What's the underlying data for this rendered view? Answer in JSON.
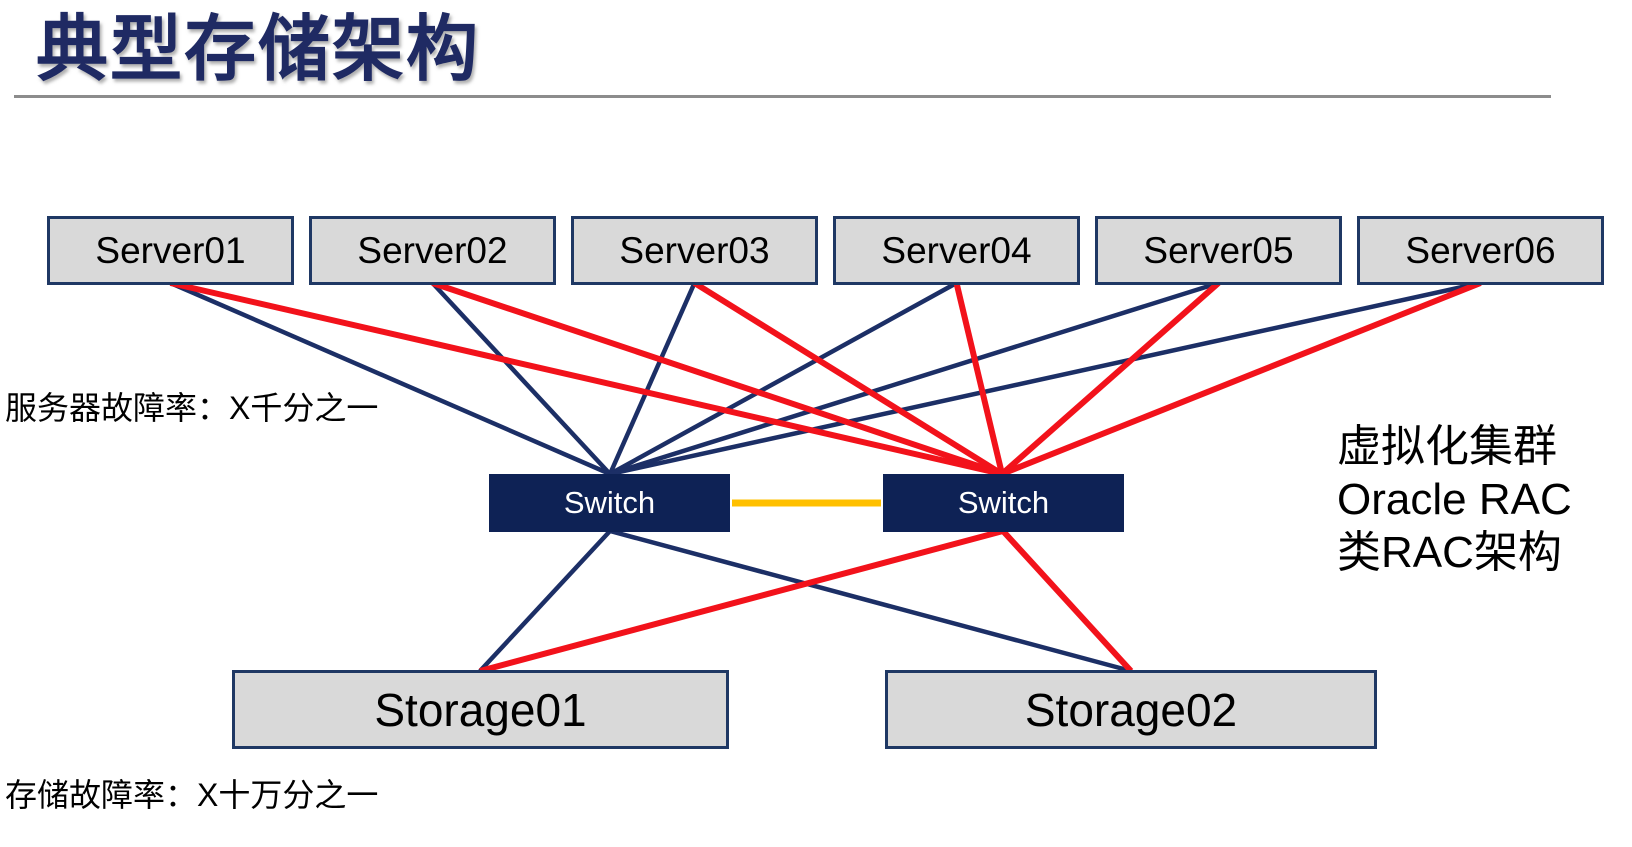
{
  "title": "典型存储架构",
  "notes": {
    "server_failure_rate": "服务器故障率：X千分之一",
    "storage_failure_rate": "存储故障率：X十万分之一"
  },
  "annotation": [
    "虚拟化集群",
    "Oracle RAC",
    "类RAC架构"
  ],
  "servers": [
    "Server01",
    "Server02",
    "Server03",
    "Server04",
    "Server05",
    "Server06"
  ],
  "switches": {
    "left": "Switch",
    "right": "Switch"
  },
  "storages": [
    "Storage01",
    "Storage02"
  ],
  "colors": {
    "title": "#1F2A63",
    "node_fill": "#D9D9D9",
    "node_border": "#1F3864",
    "switch_fill": "#0E2255",
    "switch_text": "#FFFFFF",
    "path_primary": "#1C2F66",
    "path_secondary": "#F2121B",
    "path_interlink": "#FFC000",
    "divider": "#8C8C8C"
  },
  "connections": [
    {
      "from": "server-1.bottom",
      "to": "switch-left.top",
      "role": "primary"
    },
    {
      "from": "server-2.bottom",
      "to": "switch-left.top",
      "role": "primary"
    },
    {
      "from": "server-3.bottom",
      "to": "switch-left.top",
      "role": "primary"
    },
    {
      "from": "server-4.bottom",
      "to": "switch-left.top",
      "role": "primary"
    },
    {
      "from": "server-5.bottom",
      "to": "switch-left.top",
      "role": "primary"
    },
    {
      "from": "server-6.bottom",
      "to": "switch-left.top",
      "role": "primary"
    },
    {
      "from": "switch-left.bottom",
      "to": "storage-1.top",
      "role": "primary"
    },
    {
      "from": "switch-left.bottom",
      "to": "storage-2.top",
      "role": "primary"
    },
    {
      "from": "server-1.bottom",
      "to": "switch-right.top",
      "role": "secondary"
    },
    {
      "from": "server-2.bottom",
      "to": "switch-right.top",
      "role": "secondary"
    },
    {
      "from": "server-3.bottom",
      "to": "switch-right.top",
      "role": "secondary"
    },
    {
      "from": "server-4.bottom",
      "to": "switch-right.top",
      "role": "secondary"
    },
    {
      "from": "server-5.bottom",
      "to": "switch-right.top",
      "role": "secondary"
    },
    {
      "from": "server-6.bottom",
      "to": "switch-right.top",
      "role": "secondary"
    },
    {
      "from": "switch-right.bottom",
      "to": "storage-1.top",
      "role": "secondary"
    },
    {
      "from": "switch-right.bottom",
      "to": "storage-2.top",
      "role": "secondary"
    },
    {
      "from": "switch-left.right",
      "to": "switch-right.left",
      "role": "interlink"
    }
  ]
}
